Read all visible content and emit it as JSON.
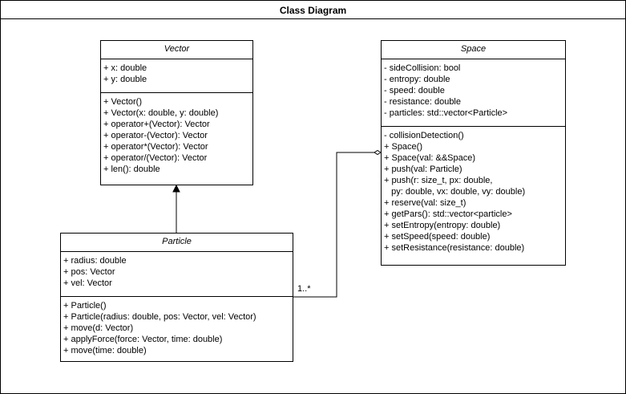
{
  "diagram_title": "Class Diagram",
  "classes": {
    "vector": {
      "name": "Vector",
      "attributes": [
        "+ x: double",
        "+ y: double"
      ],
      "methods": [
        "+ Vector()",
        "+ Vector(x: double, y: double)",
        "+ operator+(Vector): Vector",
        "+ operator-(Vector): Vector",
        "+ operator*(Vector): Vector",
        "+ operator/(Vector): Vector",
        "+ len(): double"
      ]
    },
    "space": {
      "name": "Space",
      "attributes": [
        "- sideCollision: bool",
        "- entropy: double",
        "- speed: double",
        "- resistance: double",
        "- particles: std::vector<Particle>"
      ],
      "methods": [
        "- collisionDetection()",
        "+ Space()",
        "+ Space(val: &&Space)",
        "+ push(val: Particle)",
        "+ push(r: size_t, px: double,",
        "   py: double, vx: double, vy: double)",
        "+ reserve(val: size_t)",
        "+ getPars(): std::vector<particle>",
        "+ setEntropy(entropy: double)",
        "+ setSpeed(speed: double)",
        "+ setResistance(resistance: double)"
      ]
    },
    "particle": {
      "name": "Particle",
      "attributes": [
        "+ radius: double",
        "+ pos: Vector",
        "+ vel: Vector"
      ],
      "methods": [
        "+ Particle()",
        "+ Particle(radius: double, pos: Vector, vel: Vector)",
        "+ move(d: Vector)",
        "+ applyForce(force: Vector, time: double)",
        "+ move(time: double)"
      ]
    }
  },
  "relations": {
    "aggregation_multiplicity": "1..*"
  }
}
